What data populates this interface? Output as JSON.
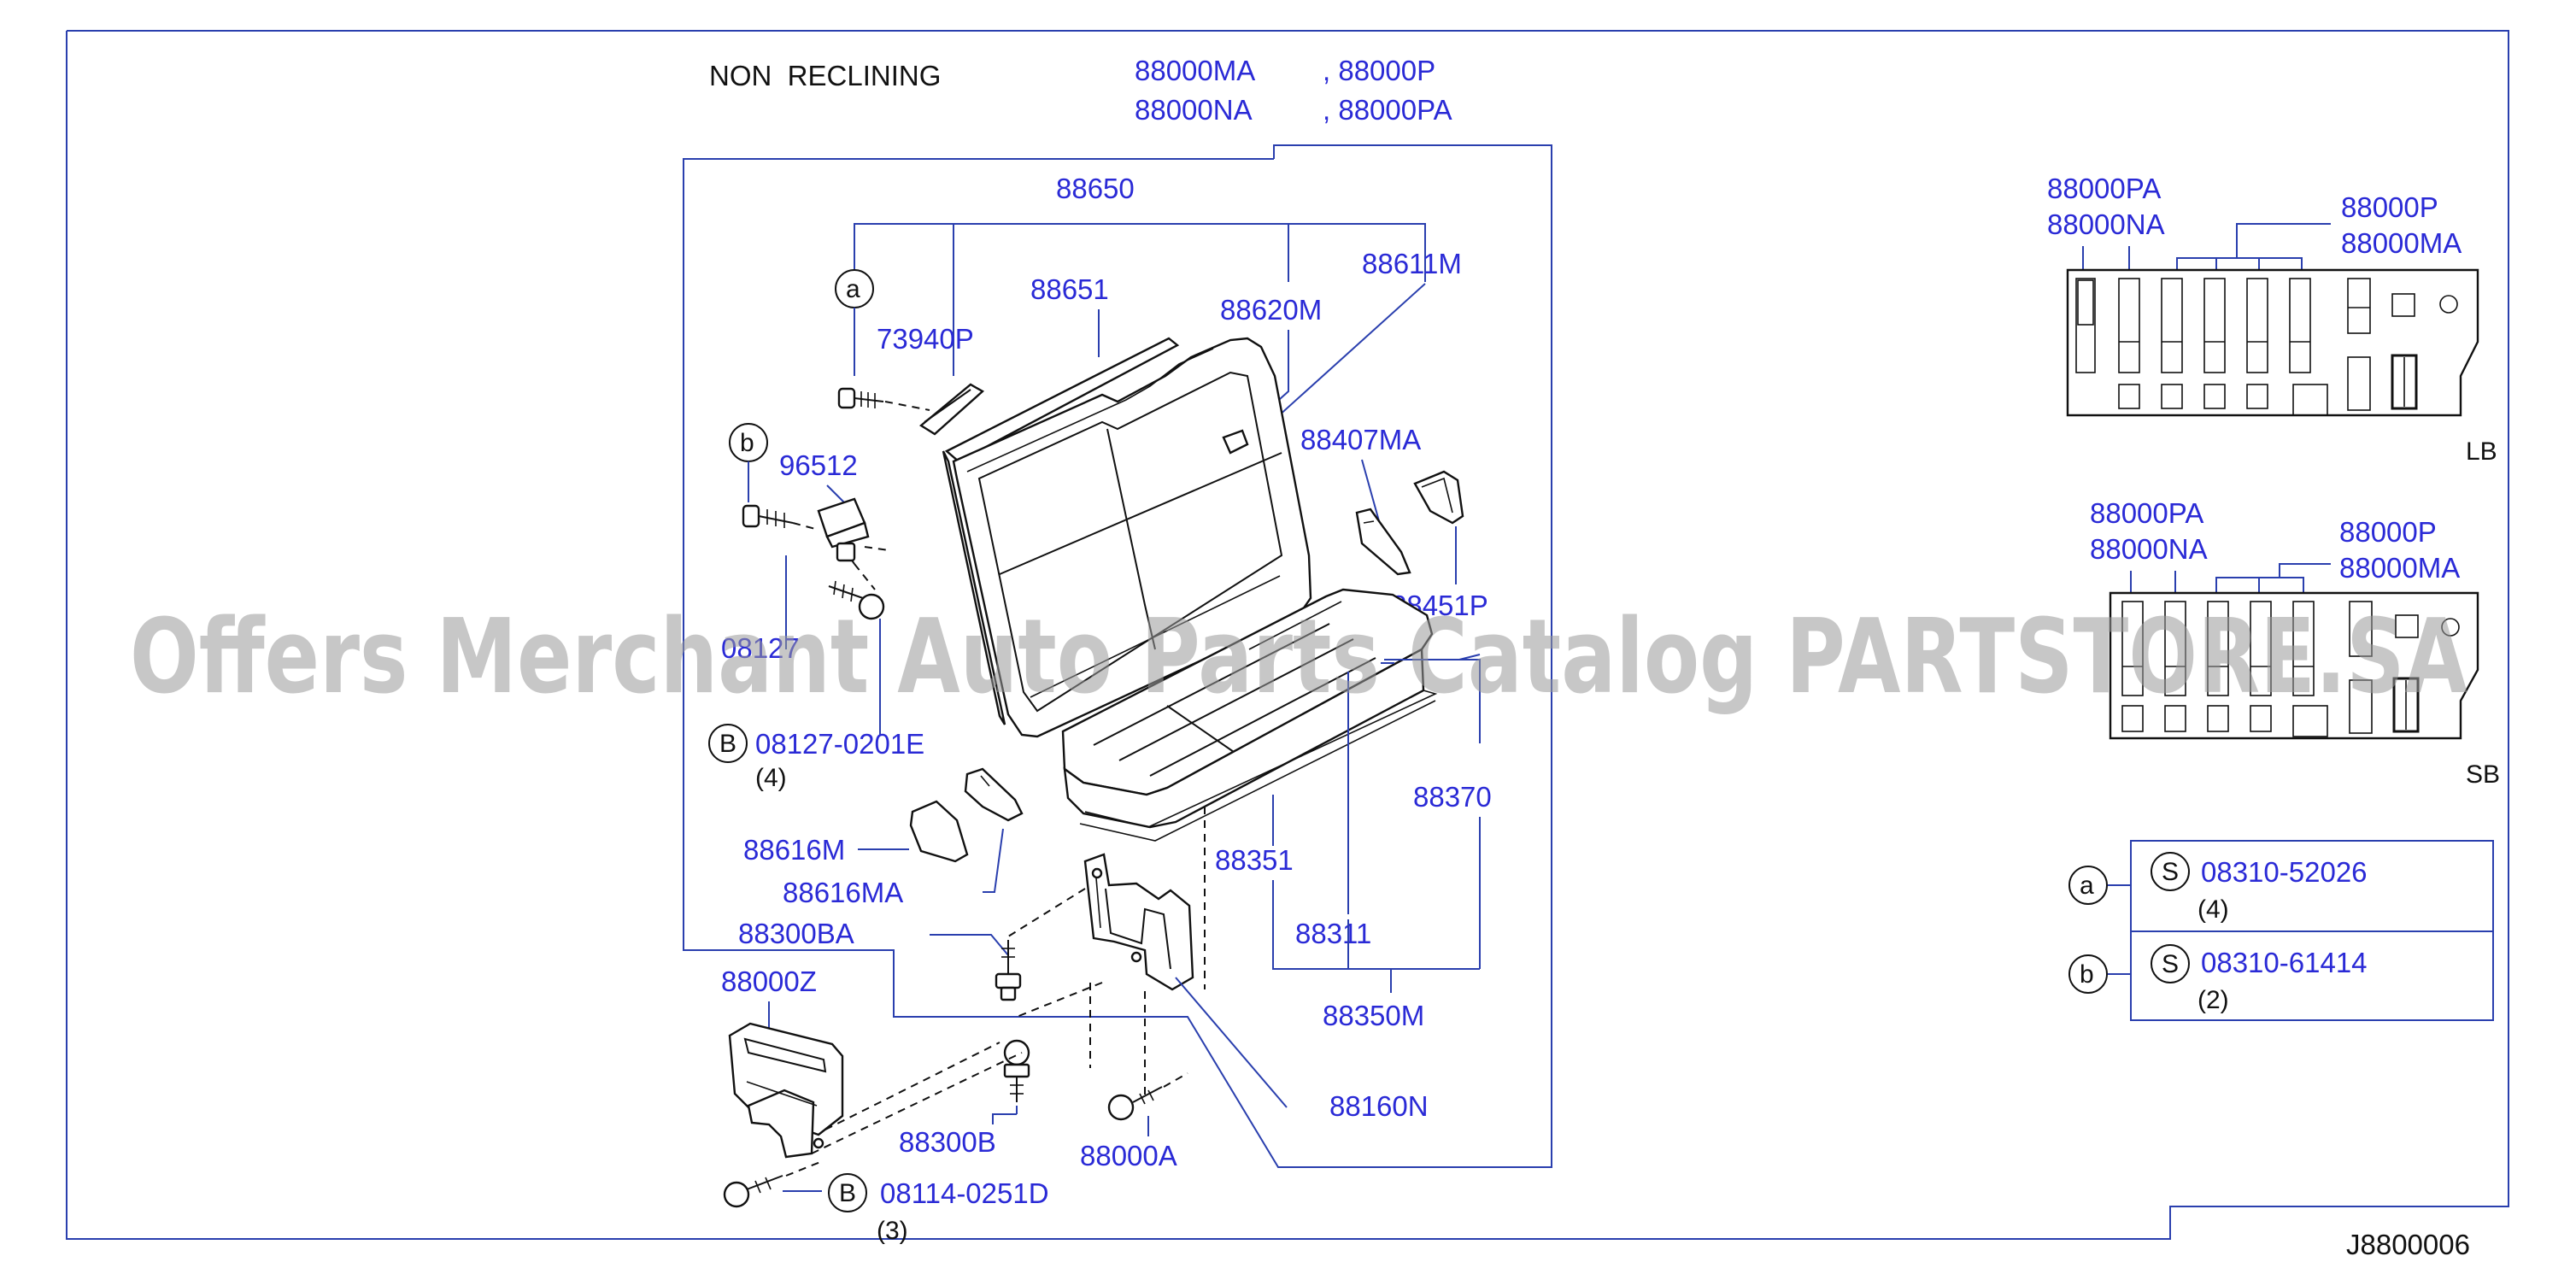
{
  "header": {
    "title": "NON  RECLINING",
    "assembly_codes": [
      "88000MA",
      ", 88000P",
      "88000NA",
      ", 88000PA"
    ]
  },
  "callouts": {
    "p88650": "88650",
    "p88651": "88651",
    "p88620M": "88620M",
    "p88611M": "88611M",
    "p73940P": "73940P",
    "p96512": "96512",
    "p88407MA": "88407MA",
    "p88451P": "88451P",
    "p08127_cut": "08127",
    "p08127_0201E": "08127-0201E",
    "p08127_qty": "(4)",
    "p88370": "88370",
    "p88616M": "88616M",
    "p88616MA": "88616MA",
    "p88351": "88351",
    "p88300BA": "88300BA",
    "p88311": "88311",
    "p88000Z": "88000Z",
    "p88350M": "88350M",
    "p88160N": "88160N",
    "p88300B": "88300B",
    "p88000A": "88000A",
    "p08114_0251D": "08114-0251D",
    "p08114_qty": "(3)"
  },
  "markers": {
    "a": "a",
    "b": "b",
    "B": "B",
    "S": "S"
  },
  "inset_lb": {
    "label": "LB",
    "code_1": "88000PA",
    "code_2": "88000NA",
    "code_3": "88000P",
    "code_4": "88000MA"
  },
  "inset_sb": {
    "label": "SB",
    "code_1": "88000PA",
    "code_2": "88000NA",
    "code_3": "88000P",
    "code_4": "88000MA"
  },
  "legend": [
    {
      "key": "a",
      "code": "08310-52026",
      "qty": "(4)"
    },
    {
      "key": "b",
      "code": "08310-61414",
      "qty": "(2)"
    }
  ],
  "footer": {
    "diagram_id": "J8800006"
  },
  "watermark": "Offers Merchant Auto Parts Catalog PARTSTORE.SA"
}
